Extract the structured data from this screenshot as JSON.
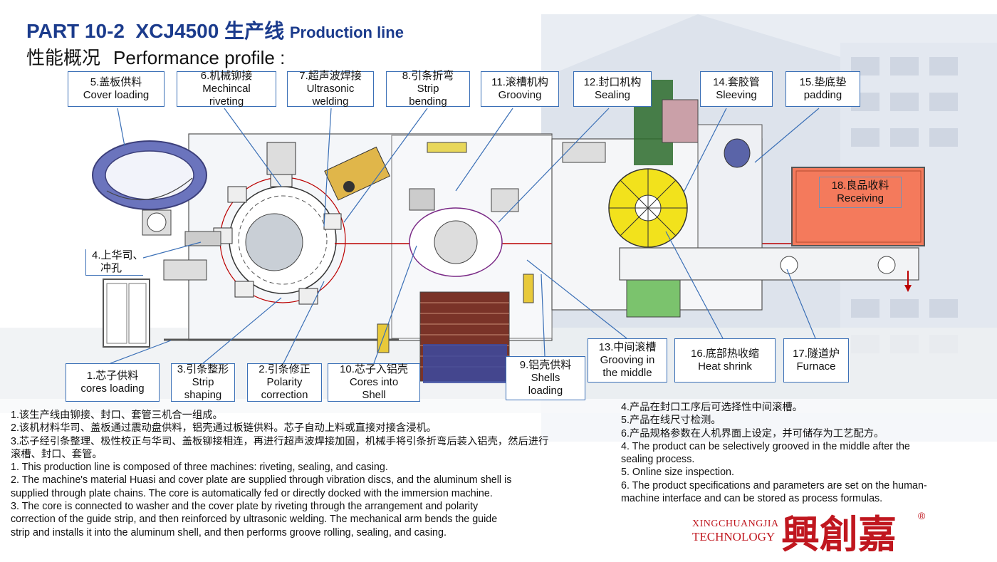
{
  "header": {
    "part": "PART 10-2",
    "model": "XCJ4500 生产线",
    "model_sub": "Production line",
    "profile_cn": "性能概况",
    "profile_en": "Performance profile :"
  },
  "stations": {
    "s5": {
      "cn": "5.盖板供料",
      "en": "Cover loading"
    },
    "s6": {
      "cn": "6.机械铆接",
      "en1": "Mechincal",
      "en2": "riveting"
    },
    "s7": {
      "cn": "7.超声波焊接",
      "en1": "Ultrasonic",
      "en2": "welding"
    },
    "s8": {
      "cn": "8.引条折弯",
      "en1": "Strip",
      "en2": "bending"
    },
    "s11": {
      "cn": "11.滚槽机构",
      "en": "Grooving"
    },
    "s12": {
      "cn": "12.封口机构",
      "en": "Sealing"
    },
    "s14": {
      "cn": "14.套胶管",
      "en": "Sleeving"
    },
    "s15": {
      "cn": "15.垫底垫",
      "en": "padding"
    },
    "s18": {
      "cn": "18.良品收料",
      "en": "Receiving"
    },
    "s4": {
      "cn1": "4.上华司、",
      "cn2": "冲孔"
    },
    "s1": {
      "cn": "1.芯子供料",
      "en": "cores loading"
    },
    "s3": {
      "cn": "3.引条整形",
      "en1": "Strip",
      "en2": "shaping"
    },
    "s2": {
      "cn": "2.引条修正",
      "en1": "Polarity",
      "en2": "correction"
    },
    "s10": {
      "cn": "10.芯子入铝壳",
      "en1": "Cores into",
      "en2": "Shell"
    },
    "s9": {
      "cn": "9.铝壳供料",
      "en1": "Shells",
      "en2": "loading"
    },
    "s13": {
      "cn": "13.中间滚槽",
      "en1": "Grooving in",
      "en2": "the middle"
    },
    "s16": {
      "cn": "16.底部热收缩",
      "en": "Heat shrink"
    },
    "s17": {
      "cn": "17.隧道炉",
      "en": "Furnace"
    }
  },
  "notes_left": [
    "1.该生产线由铆接、封口、套管三机合一组成。",
    "2.该机材料华司、盖板通过震动盘供料，铝壳通过板链供料。芯子自动上料或直接对接含浸机。",
    "3.芯子经引条整理、极性校正与华司、盖板铆接相连，再进行超声波焊接加固，机械手将引条折弯后装入铝壳，然后进行",
    "滚槽、封口、套管。",
    "1. This production line is composed of three machines: riveting, sealing, and casing.",
    "2. The machine's material Huasi and cover plate are supplied through vibration discs, and the aluminum shell is",
    "supplied through plate chains. The core is automatically fed or directly docked with the immersion machine.",
    "3. The core is connected to washer and the cover plate by riveting through the arrangement and polarity",
    "correction of the guide strip, and then reinforced by ultrasonic welding. The mechanical arm bends the guide",
    "strip and installs it into the aluminum shell, and then performs groove rolling, sealing, and casing."
  ],
  "notes_right": [
    "4.产品在封口工序后可选择性中间滚槽。",
    "5.产品在线尺寸检测。",
    "6.产品规格参数在人机界面上设定，并可储存为工艺配方。",
    "4. The product can be selectively grooved in the middle after the",
    "sealing process.",
    "5. Online size inspection.",
    "6. The product specifications and parameters are set on the human-",
    "machine interface and can be stored as process formulas."
  ],
  "brand": {
    "line1": "XINGCHUANGJIA",
    "line2": "TECHNOLOGY",
    "logo_text": "興創嘉",
    "reg": "®"
  },
  "colors": {
    "title_blue": "#1b3b8c",
    "label_border": "#3a6fb6",
    "brand_red": "#c0171f",
    "receiving_orange": "#f47a5c",
    "turret_yellow": "#f2e21c"
  }
}
